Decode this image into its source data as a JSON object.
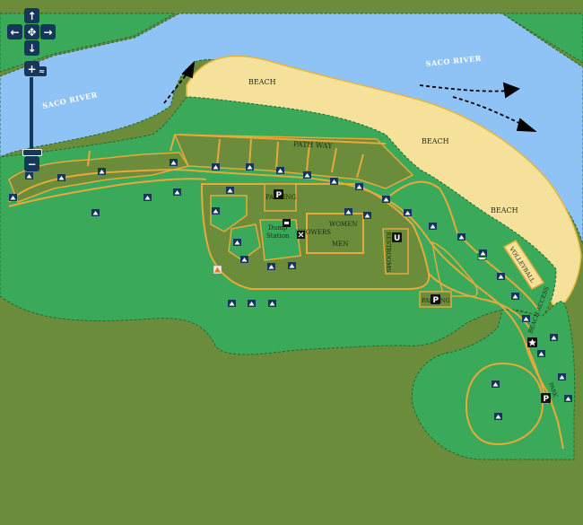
{
  "map_labels": {
    "river_west": "SACO RIVER",
    "river_east": "SACO RIVER",
    "beach_north": "BEACH",
    "beach_mid": "BEACH",
    "beach_east": "BEACH",
    "path_way": "PATH WAY",
    "parking_main": "PARKING",
    "dump_station_line1": "Dump",
    "dump_station_line2": "Station",
    "showers": "SHOWERS",
    "women": "WOMEN",
    "men": "MEN",
    "restrooms": "RESTROOMS",
    "parking_south": "PARKING",
    "volleyball": "VOLLEYBALL",
    "beach_access": "BEACH ACCESS",
    "park": "PARK"
  },
  "icons": {
    "parking": "P",
    "restroom": "U"
  },
  "controls": {
    "pan_up": "↑",
    "pan_left": "←",
    "pan_center": "✥",
    "pan_right": "→",
    "pan_down": "↓",
    "zoom_in": "+",
    "zoom_out": "−",
    "layers": "≈"
  },
  "colors": {
    "river": "#8fc3f6",
    "beach": "#f5e19a",
    "forest": "#3aaa5a",
    "field": "#6b8c3a",
    "road": "#e8a83a",
    "control": "#16365a"
  }
}
